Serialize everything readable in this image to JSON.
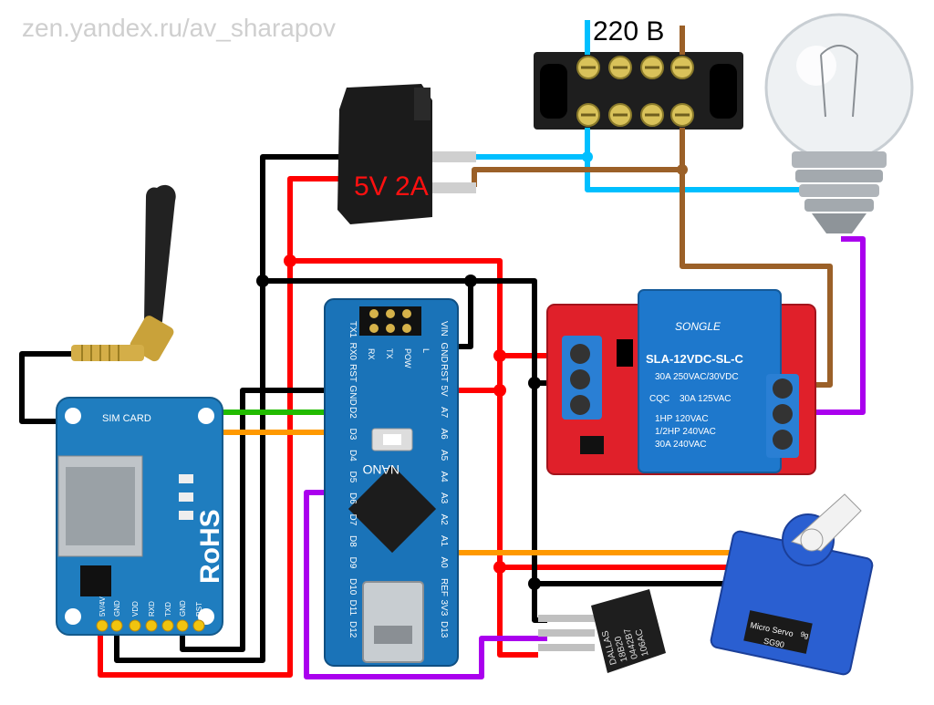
{
  "watermark": "zen.yandex.ru/av_sharapov",
  "mains_label": "220 В",
  "psu_label": "5V 2A",
  "gsm_module": {
    "sim_label": "SIM CARD",
    "rohs": "RoHS",
    "pins": [
      "5V/4V",
      "GND",
      "VDD",
      "RXD",
      "TXD",
      "GND",
      "RST"
    ]
  },
  "arduino": {
    "name": "NANO",
    "left_pins": [
      "TX1",
      "RX0",
      "RST",
      "GND",
      "D2",
      "D3",
      "D4",
      "D5",
      "D6",
      "D7",
      "D8",
      "D9",
      "D10",
      "D11",
      "D12"
    ],
    "right_pins": [
      "VIN",
      "GND",
      "RST",
      "5V",
      "A7",
      "A6",
      "A5",
      "A4",
      "A3",
      "A2",
      "A1",
      "A0",
      "REF",
      "3V3",
      "D13"
    ],
    "leds": [
      "RX",
      "TX",
      "POW",
      "L"
    ]
  },
  "relay": {
    "brand": "SONGLE",
    "model": "SLA-12VDC-SL-C",
    "rating_1": "30A 250VAC/30VDC",
    "rating_2": "30A 125VAC",
    "rating_3": "1HP 120VAC",
    "rating_4": "1/2HP 240VAC",
    "rating_5": "30A 240VAC",
    "cqc": "CQC"
  },
  "sensor": {
    "line1": "DALLAS",
    "line2": "18B20",
    "line3": "0442B7",
    "line4": "106AC"
  },
  "servo": {
    "line1": "Micro Servo",
    "line2": "9g",
    "line3": "SG90"
  },
  "colors": {
    "wire_red": "#ff0000",
    "wire_black": "#000000",
    "wire_green": "#22bb00",
    "wire_orange": "#ff9900",
    "wire_purple": "#aa00ee",
    "wire_cyan": "#00bfff",
    "wire_brown": "#9b6028",
    "board_blue": "#1a73b8",
    "relay_red": "#e0202a"
  }
}
